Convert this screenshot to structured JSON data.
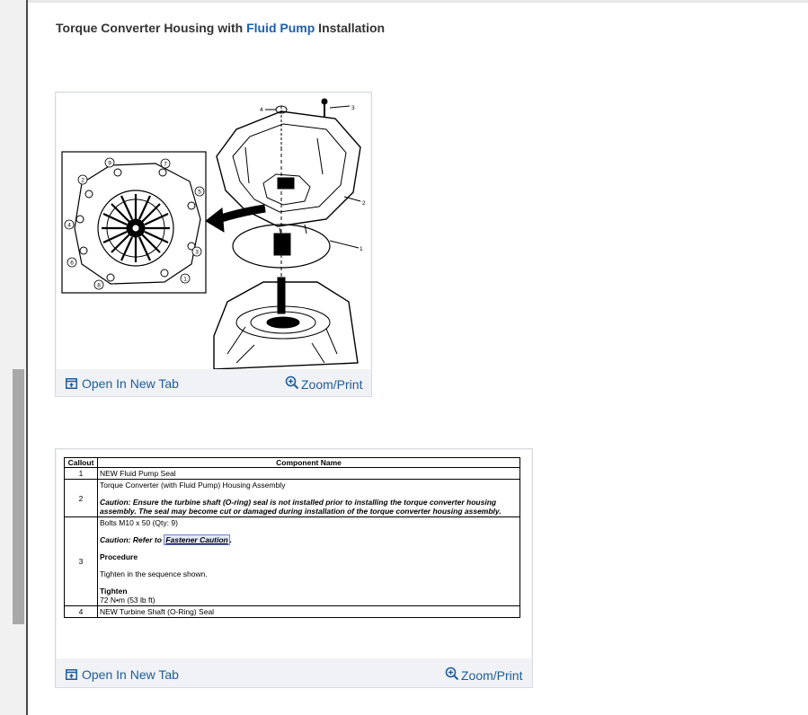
{
  "title": {
    "prefix": "Torque Converter Housing with ",
    "link": "Fluid Pump",
    "suffix": " Installation"
  },
  "figure": {
    "callouts": [
      "1",
      "2",
      "3",
      "4"
    ],
    "inset_numbers": [
      "9",
      "7",
      "2",
      "5",
      "4",
      "3",
      "6",
      "8",
      "1"
    ]
  },
  "card1": {
    "open_label": "Open In New Tab",
    "zoom_label": "Zoom/Print"
  },
  "card2": {
    "open_label": "Open In New Tab",
    "zoom_label": "Zoom/Print"
  },
  "table": {
    "headers": [
      "Callout",
      "Component Name"
    ],
    "rows": [
      {
        "callout": "1",
        "lines": [
          "NEW Fluid Pump Seal"
        ]
      },
      {
        "callout": "2",
        "name": "Torque Converter (with Fluid Pump) Housing Assembly",
        "caution": "Caution: Ensure the turbine shaft (O-ring) seal is not installed prior to installing the torque converter housing assembly. The seal may become cut or damaged during installation of the torque converter housing assembly."
      },
      {
        "callout": "3",
        "name": "Bolts M10 x 50 (Qty: 9)",
        "caution_prefix": "Caution: Refer to ",
        "caution_link": "Fastener Caution",
        "caution_suffix": ".",
        "procedure_label": "Procedure",
        "procedure_text": "Tighten in the sequence shown.",
        "tighten_label": "Tighten",
        "tighten_value": "72 N•m (53 lb ft)"
      },
      {
        "callout": "4",
        "lines": [
          "NEW Turbine Shaft (O-Ring) Seal"
        ]
      }
    ]
  }
}
